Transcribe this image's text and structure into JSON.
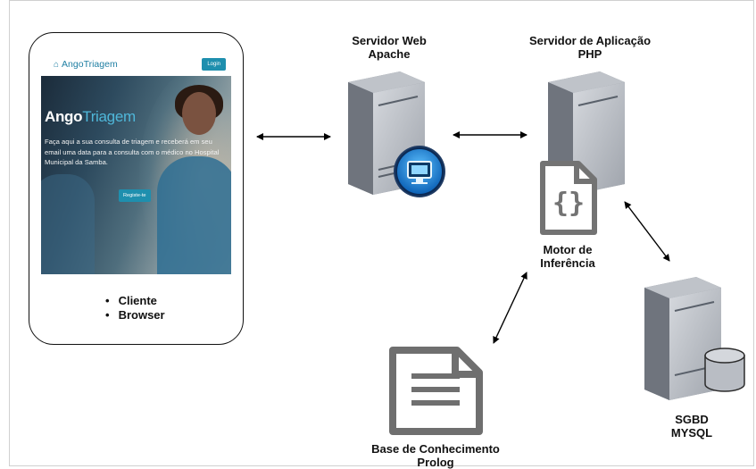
{
  "nodes": {
    "apache": {
      "label_line1": "Servidor Web",
      "label_line2": "Apache"
    },
    "php": {
      "label_line1": "Servidor de Aplicação",
      "label_line2": "PHP"
    },
    "inference": {
      "label_line1": "Motor de",
      "label_line2": "Inferência"
    },
    "knowledge": {
      "label_line1": "Base de Conhecimento",
      "label_line2": "Prolog"
    },
    "database": {
      "label_line1": "SGBD",
      "label_line2": "MYSQL"
    }
  },
  "client": {
    "bullets": [
      "Cliente",
      "Browser"
    ],
    "app": {
      "brand": "AngoTriagem",
      "login_label": "Login",
      "hero_title_part1": "Ango",
      "hero_title_part2": "Triagem",
      "hero_text": "Faça aqui a sua consulta de triagem e receberá em seu email uma data para a consulta com o médico no Hospital Municipal da Samba.",
      "cta_label": "Registe-te"
    }
  },
  "colors": {
    "server_body": "#a6abb4",
    "server_front": "#c7cbd2",
    "server_side": "#7d838d",
    "icon_grey": "#737373",
    "brand_teal": "#1e8fae",
    "arrow": "#000000"
  },
  "icons": [
    "house-icon",
    "server-icon",
    "monitor-badge-icon",
    "code-file-icon",
    "document-icon",
    "database-cylinder-icon"
  ]
}
